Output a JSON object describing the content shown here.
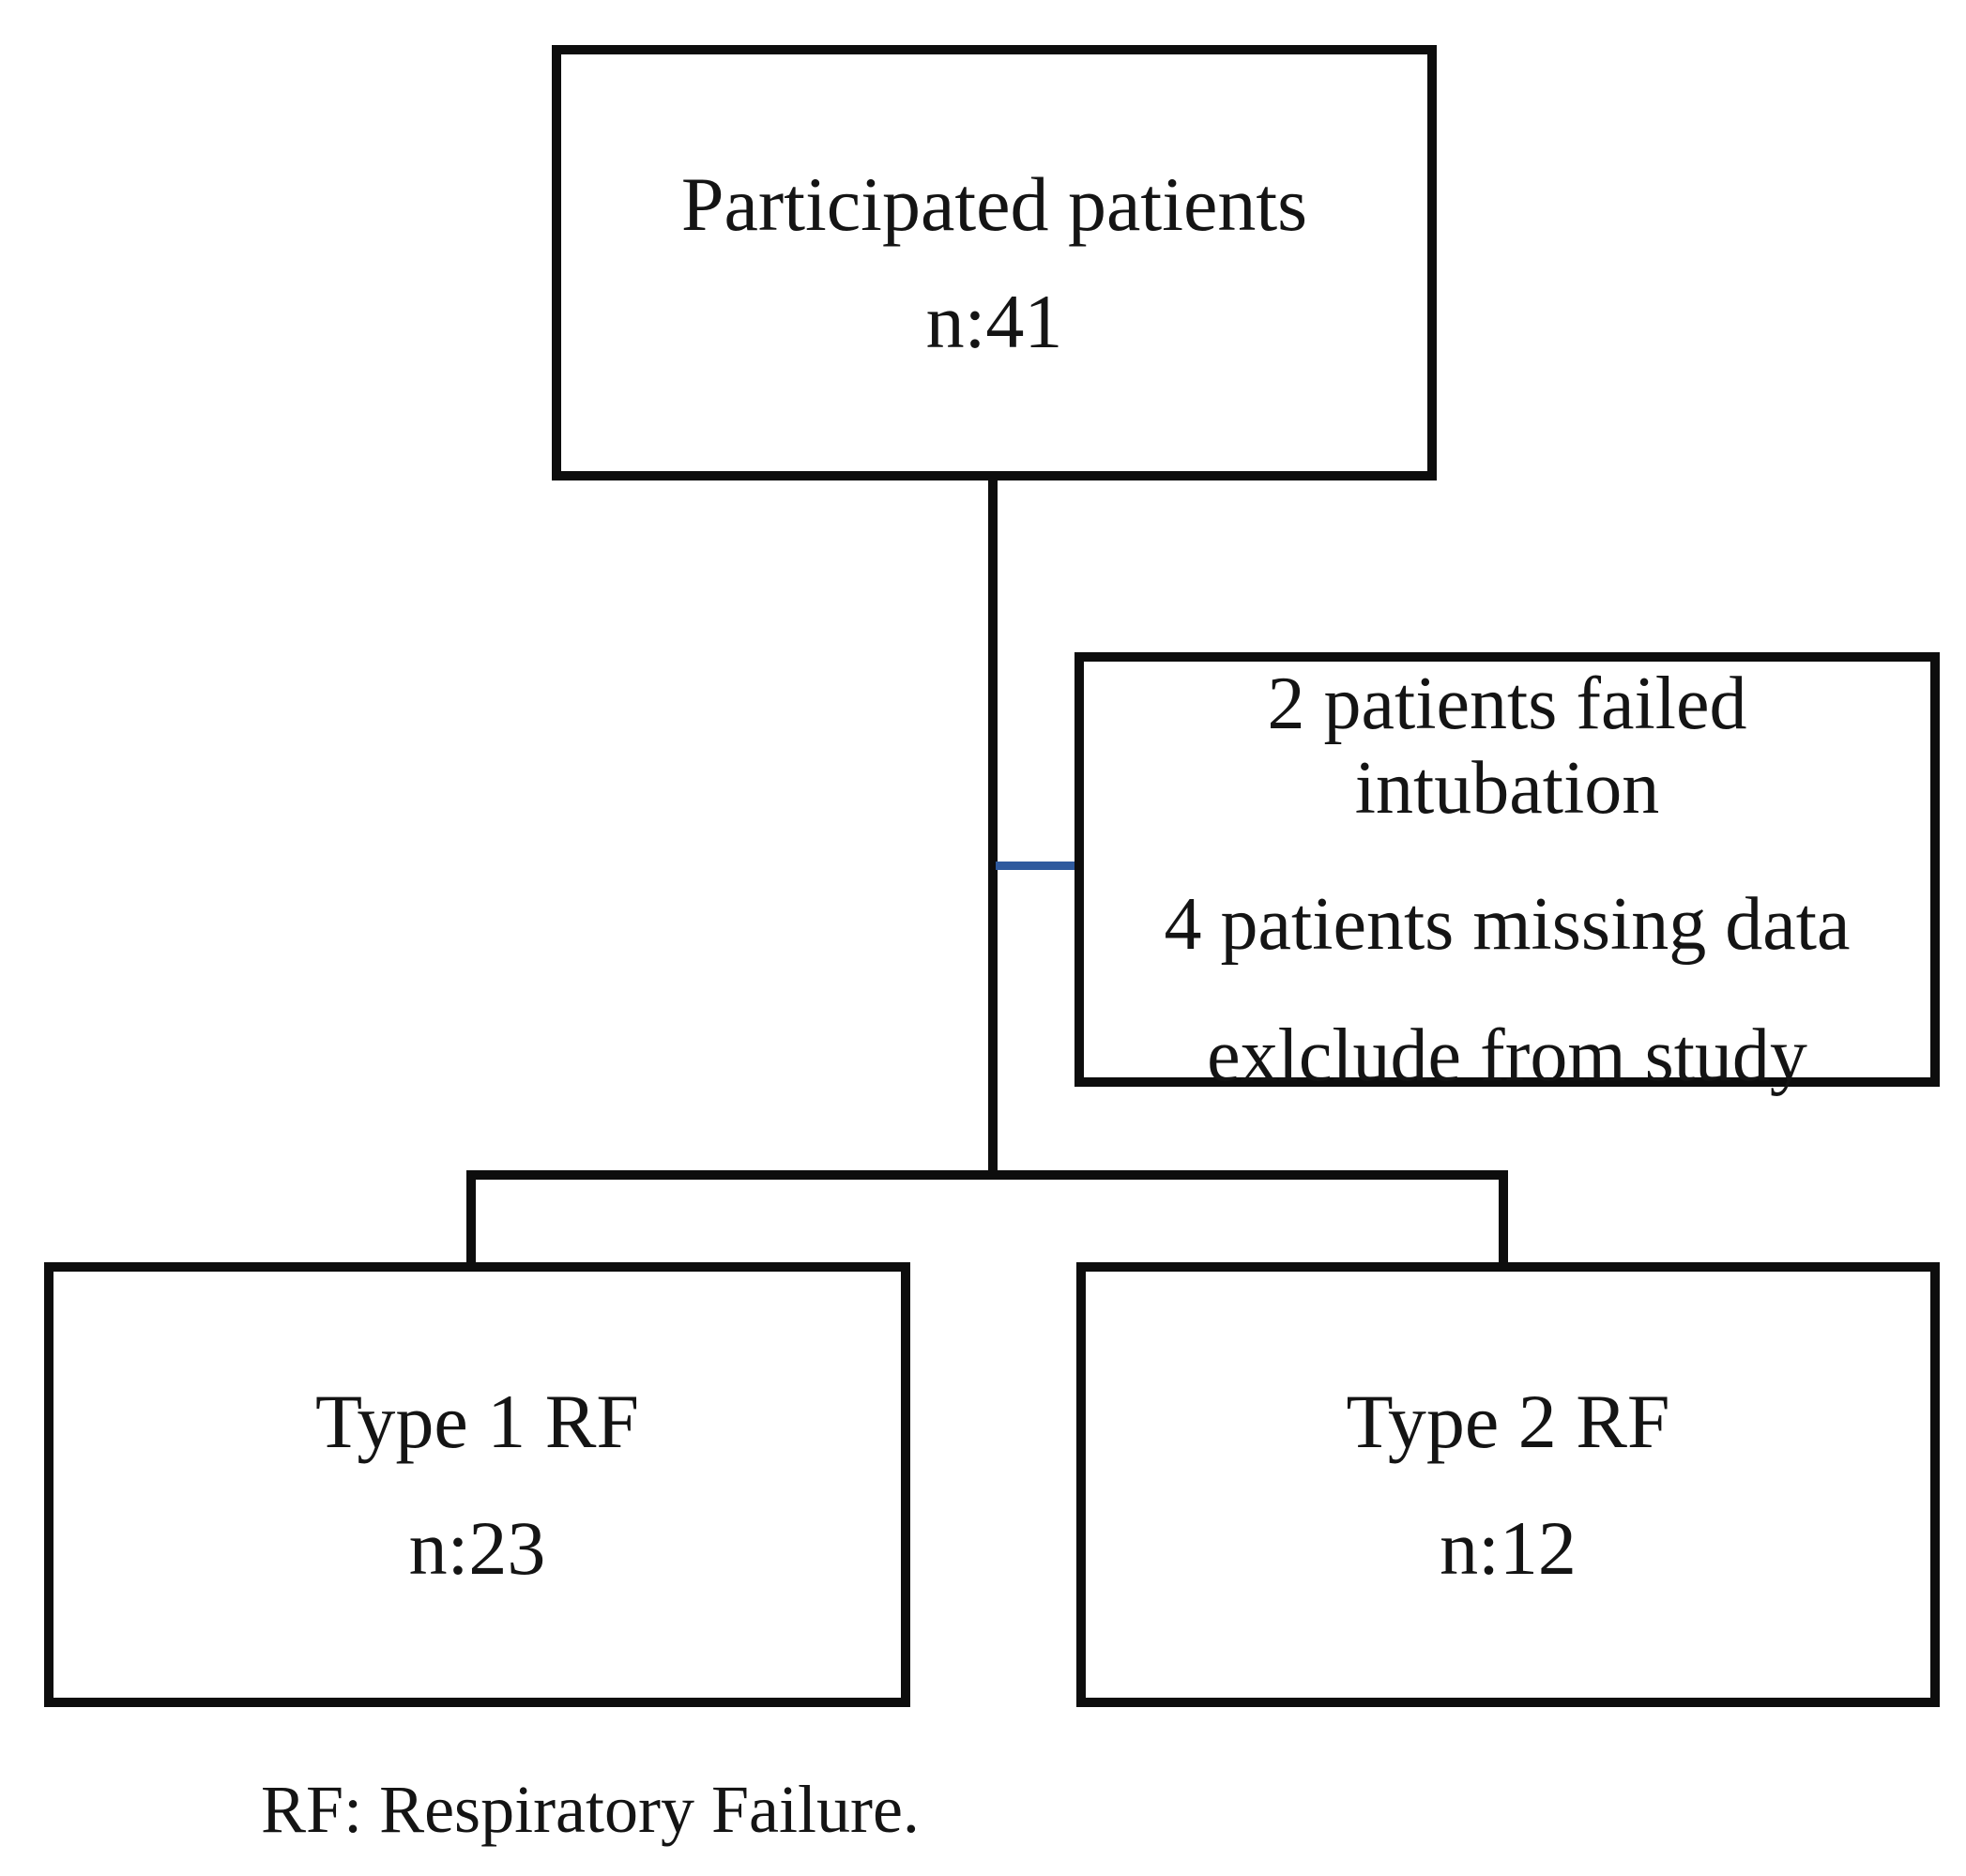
{
  "diagram": {
    "background": "#ffffff",
    "line_color": "#0d0d0d",
    "text_color": "#141414",
    "exclusion_connector_color": "#2f5a9e",
    "boxes": {
      "participated": {
        "title": "Participated patients",
        "count": "n:41"
      },
      "excluded": {
        "line1": "2 patients failed",
        "line2": "intubation",
        "line3": "4 patients missing data",
        "line4": "exlclude from study"
      },
      "type1": {
        "title": "Type 1 RF",
        "count": "n:23"
      },
      "type2": {
        "title": "Type 2 RF",
        "count": "n:12"
      }
    },
    "footnote": "RF: Respiratory Failure."
  }
}
